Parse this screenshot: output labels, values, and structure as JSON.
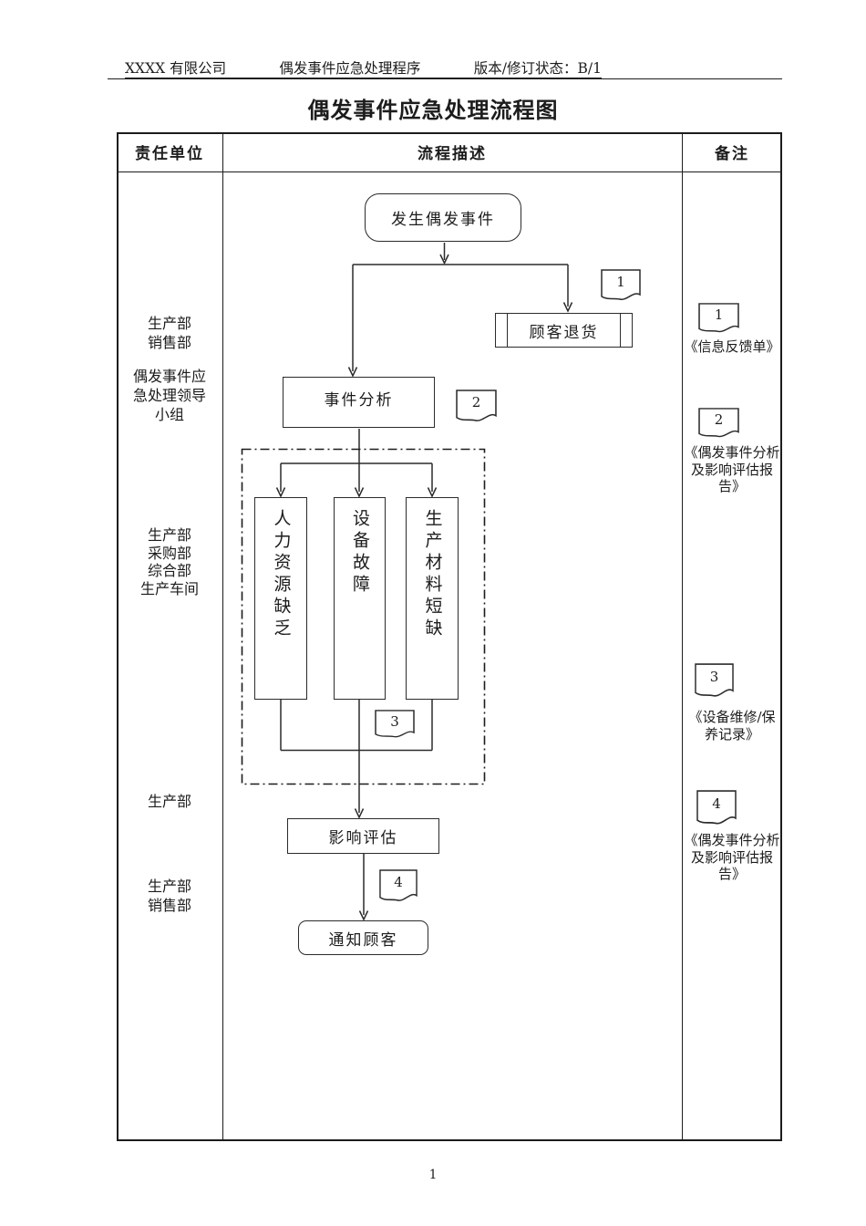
{
  "page_header": {
    "company": "XXXX 有限公司",
    "procedure": "偶发事件应急处理程序",
    "version": "版本/修订状态：B/1"
  },
  "title": "偶发事件应急处理流程图",
  "table_headers": {
    "responsible_unit": "责任单位",
    "process_description": "流程描述",
    "remarks": "备注"
  },
  "responsibilities": [
    {
      "text": "生产部\n销售部"
    },
    {
      "text": "偶发事件应\n急处理领导\n小组"
    },
    {
      "text": "生产部\n采购部\n综合部\n生产车间"
    },
    {
      "text": "生产部"
    },
    {
      "text": "生产部\n销售部"
    }
  ],
  "flow": {
    "start": "发生偶发事件",
    "customer_return": "顾客退货",
    "event_analysis": "事件分析",
    "cause_hr": "人力资源缺乏",
    "cause_equipment": "设备故障",
    "cause_material": "生产材料短缺",
    "impact_assessment": "影响评估",
    "notify_customer": "通知顾客",
    "doc_tags": [
      "1",
      "2",
      "3",
      "4"
    ]
  },
  "remarks": [
    {
      "num": "1",
      "label": "《信息反馈单》"
    },
    {
      "num": "2",
      "label": "《偶发事件分析\n及影响评估报\n告》"
    },
    {
      "num": "3",
      "label": "《设备维修/保\n养记录》"
    },
    {
      "num": "4",
      "label": "《偶发事件分析\n及影响评估报\n告》"
    }
  ],
  "page_number": "1"
}
